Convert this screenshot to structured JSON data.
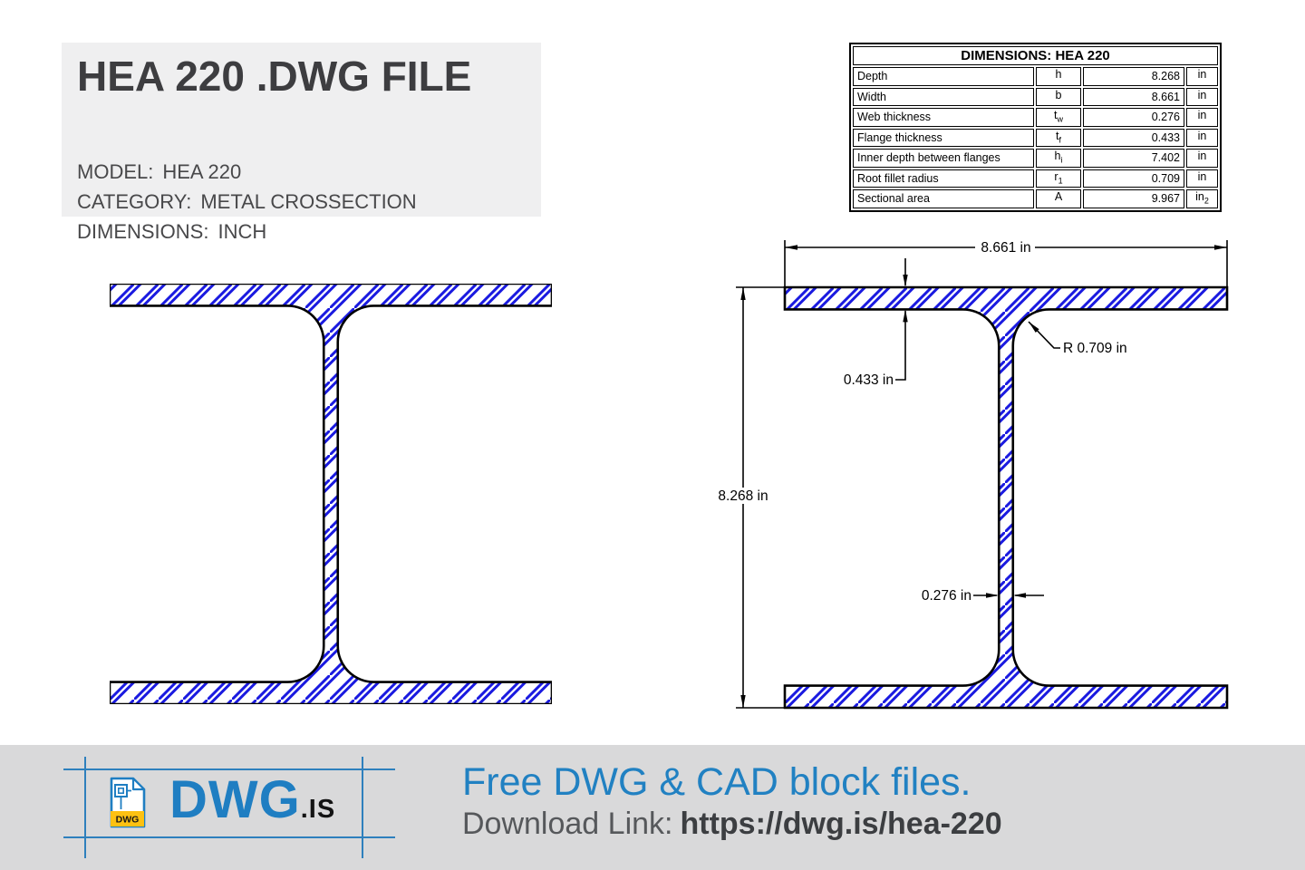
{
  "header": {
    "title": "HEA 220 .DWG FILE",
    "fields": [
      {
        "label": "MODEL:",
        "value": "HEA 220"
      },
      {
        "label": "CATEGORY:",
        "value": "METAL CROSSECTION"
      },
      {
        "label": "DIMENSIONS:",
        "value": "INCH"
      }
    ]
  },
  "dimensions_table": {
    "title": "DIMENSIONS: HEA 220",
    "rows": [
      {
        "name": "Depth",
        "symbol": "h",
        "symbol_sub": "",
        "value": "8.268",
        "unit": "in",
        "unit_sub": ""
      },
      {
        "name": "Width",
        "symbol": "b",
        "symbol_sub": "",
        "value": "8.661",
        "unit": "in",
        "unit_sub": ""
      },
      {
        "name": "Web thickness",
        "symbol": "t",
        "symbol_sub": "w",
        "value": "0.276",
        "unit": "in",
        "unit_sub": ""
      },
      {
        "name": "Flange thickness",
        "symbol": "t",
        "symbol_sub": "f",
        "value": "0.433",
        "unit": "in",
        "unit_sub": ""
      },
      {
        "name": "Inner depth between flanges",
        "symbol": "h",
        "symbol_sub": "i",
        "value": "7.402",
        "unit": "in",
        "unit_sub": ""
      },
      {
        "name": "Root fillet radius",
        "symbol": "r",
        "symbol_sub": "1",
        "value": "0.709",
        "unit": "in",
        "unit_sub": ""
      },
      {
        "name": "Sectional area",
        "symbol": "A",
        "symbol_sub": "",
        "value": "9.967",
        "unit": "in",
        "unit_sub": "2"
      }
    ]
  },
  "drawing": {
    "labels": {
      "width": "8.661 in",
      "height": "8.268 in",
      "flange": "0.433 in",
      "radius": "R 0.709 in",
      "web": "0.276 in"
    }
  },
  "footer": {
    "logo": {
      "badge": "DWG",
      "name": "DWG",
      "suffix": ".IS"
    },
    "tagline": "Free DWG & CAD block files.",
    "download_label": "Download Link:",
    "download_url": "https://dwg.is/hea-220"
  },
  "colors": {
    "hatch_blue": "#1a1ae0",
    "accent_blue": "#1f7ec2",
    "badge_yellow": "#fdc112"
  }
}
